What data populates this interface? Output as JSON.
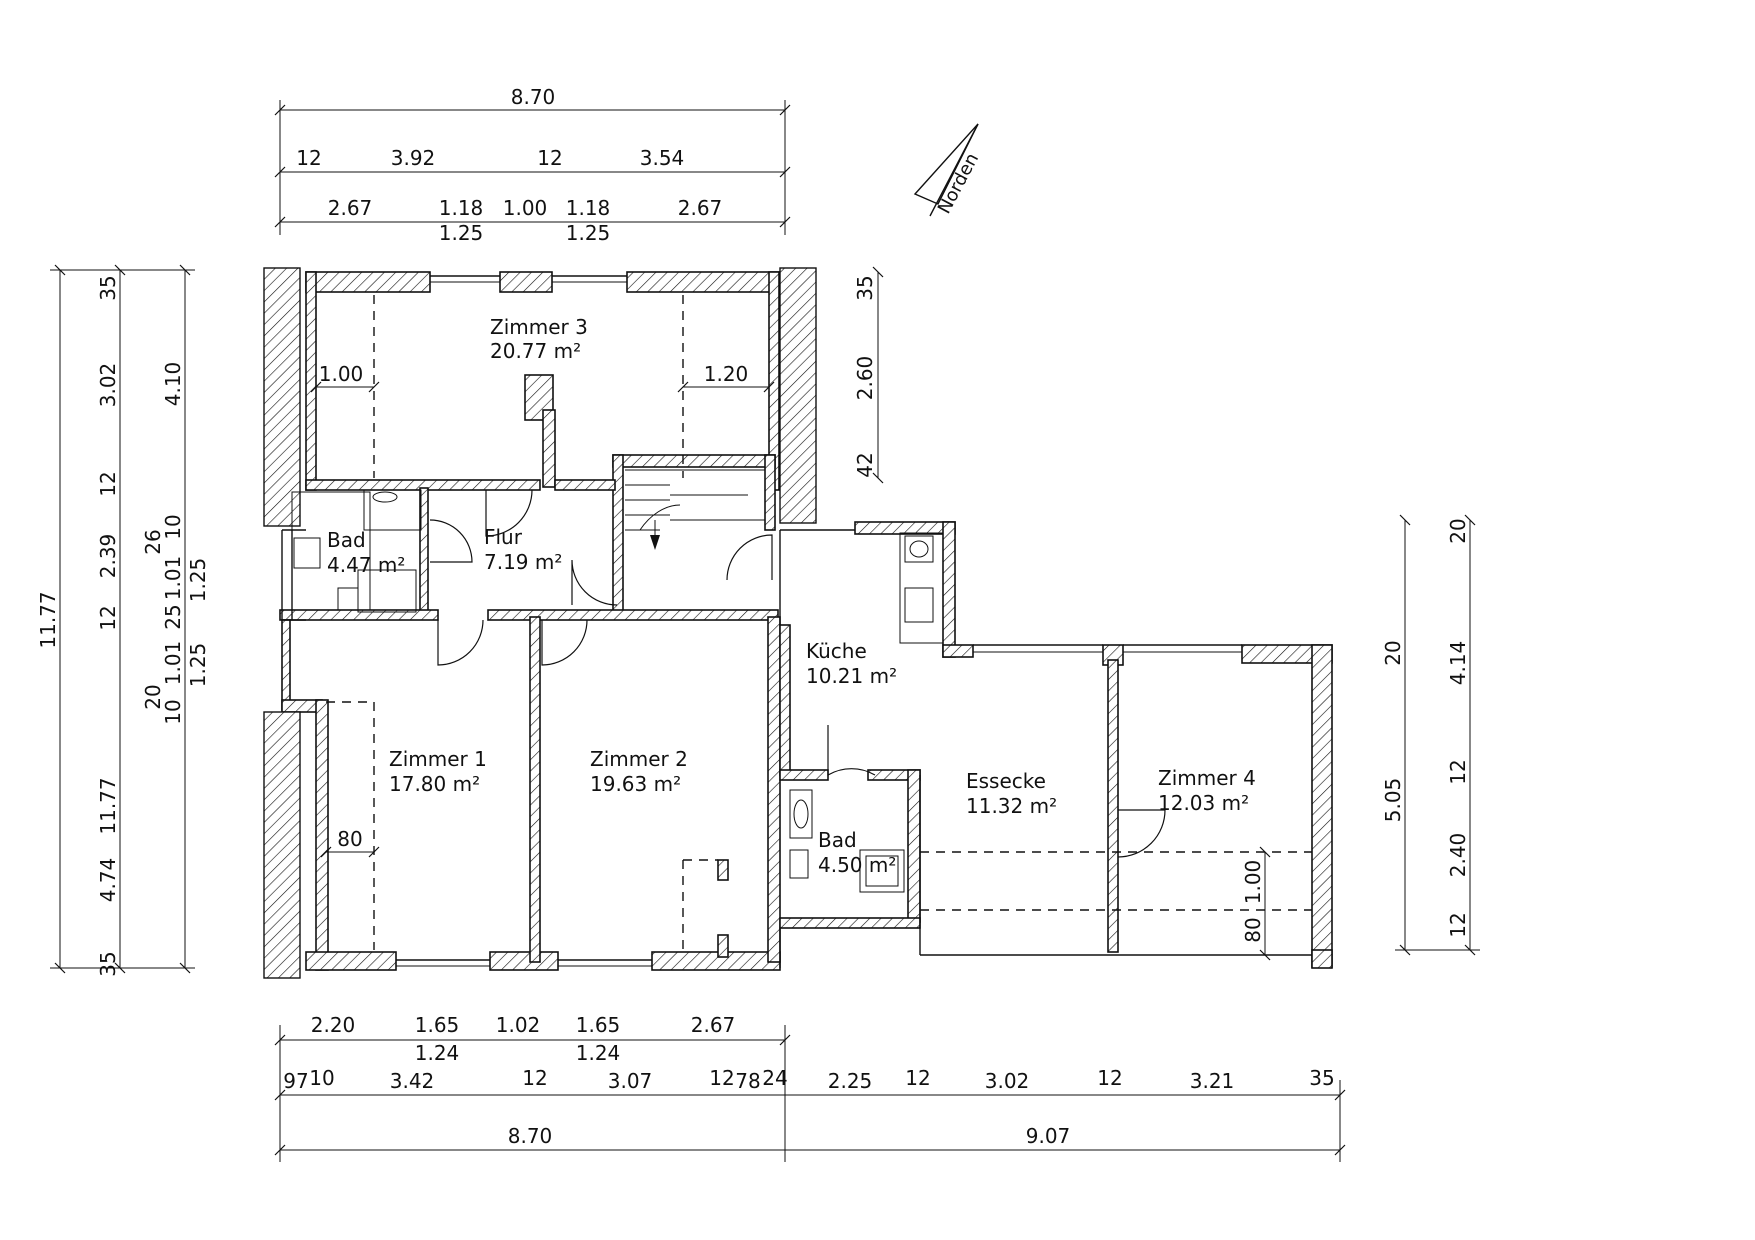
{
  "compass": {
    "label": "Norden"
  },
  "rooms": [
    {
      "id": "zimmer3",
      "name": "Zimmer 3",
      "area": "20.77 m²"
    },
    {
      "id": "bad1",
      "name": "Bad",
      "area": "4.47 m²"
    },
    {
      "id": "flur",
      "name": "Flur",
      "area": "7.19 m²"
    },
    {
      "id": "kueche",
      "name": "Küche",
      "area": "10.21 m²"
    },
    {
      "id": "zimmer1",
      "name": "Zimmer 1",
      "area": "17.80 m²"
    },
    {
      "id": "zimmer2",
      "name": "Zimmer 2",
      "area": "19.63 m²"
    },
    {
      "id": "bad2",
      "name": "Bad",
      "area": "4.50 m²"
    },
    {
      "id": "essecke",
      "name": "Essecke",
      "area": "11.32 m²"
    },
    {
      "id": "zimmer4",
      "name": "Zimmer 4",
      "area": "12.03 m²"
    }
  ],
  "dims": {
    "top": {
      "total": "8.70",
      "row2": [
        "12",
        "3.92",
        "12",
        "3.54"
      ],
      "row3": [
        "2.67",
        "1.18",
        "1.00",
        "1.18",
        "2.67"
      ],
      "row3_sub": [
        "1.25",
        "1.25"
      ]
    },
    "bottom": {
      "row1": [
        "2.20",
        "1.65",
        "1.02",
        "1.65",
        "2.67"
      ],
      "row1_sub": [
        "1.24",
        "1.24"
      ],
      "row2": [
        "97",
        "10",
        "3.42",
        "12",
        "3.07",
        "12",
        "78",
        "24",
        "2.25",
        "12",
        "3.02",
        "12",
        "3.21",
        "35"
      ],
      "totals": [
        "8.70",
        "9.07"
      ]
    },
    "left": {
      "outer": "11.77",
      "row2": [
        "35",
        "3.02",
        "12",
        "2.39",
        "12",
        "11.77",
        "4.74",
        "35"
      ],
      "row3": [
        "4.10",
        "26",
        "10",
        "1.01",
        "25",
        "1.25",
        "1.01",
        "1.25",
        "20",
        "10"
      ]
    },
    "zimmer3_right": [
      "35",
      "2.60",
      "42"
    ],
    "inner": [
      "1.00",
      "1.20",
      "80",
      "1.00",
      "80"
    ],
    "right": [
      "20",
      "4.14",
      "20",
      "12",
      "2.40",
      "12",
      "5.05"
    ]
  }
}
